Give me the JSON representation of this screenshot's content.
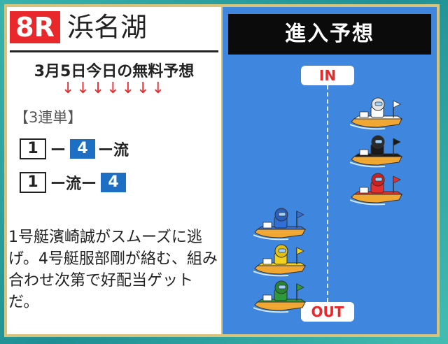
{
  "race": {
    "number": "8R",
    "venue": "浜名湖"
  },
  "prediction": {
    "date_heading": "3月5日今日の無料予想",
    "arrows": "↓↓↓↓↓↓↓",
    "bet_type": "【3連単】",
    "line1": {
      "first": "1",
      "dash1": "ー",
      "second": "4",
      "rest": "ー流"
    },
    "line2": {
      "first": "1",
      "mid": "ー流ー",
      "third": "4"
    },
    "comment": "1号艇濱崎誠がスムーズに逃げ。4号艇服部剛が絡む、組み合わせ次第で好配当ゲットだ。"
  },
  "entry": {
    "title": "進入予想",
    "in_label": "IN",
    "out_label": "OUT"
  },
  "colors": {
    "badge_red": "#e8282b",
    "panel_blue": "#3f86df",
    "box_blue": "#1d6fc4",
    "boat_orange": "#f1a833"
  },
  "boats": [
    {
      "lane": 1,
      "body": "#ffffff",
      "helmet": "#e6e6e6",
      "flag": "#ffffff",
      "side": "in"
    },
    {
      "lane": 2,
      "body": "#1a1a1a",
      "helmet": "#2a2a2a",
      "flag": "#1a1a1a",
      "side": "in"
    },
    {
      "lane": 3,
      "body": "#e53030",
      "helmet": "#cc2020",
      "flag": "#e53030",
      "side": "in"
    },
    {
      "lane": 4,
      "body": "#2f6fd6",
      "helmet": "#2a5fc0",
      "flag": "#2f6fd6",
      "side": "out"
    },
    {
      "lane": 5,
      "body": "#f2d21c",
      "helmet": "#e0c010",
      "flag": "#f2d21c",
      "side": "out"
    },
    {
      "lane": 6,
      "body": "#2e9a3a",
      "helmet": "#268530",
      "flag": "#2e9a3a",
      "side": "out"
    }
  ]
}
